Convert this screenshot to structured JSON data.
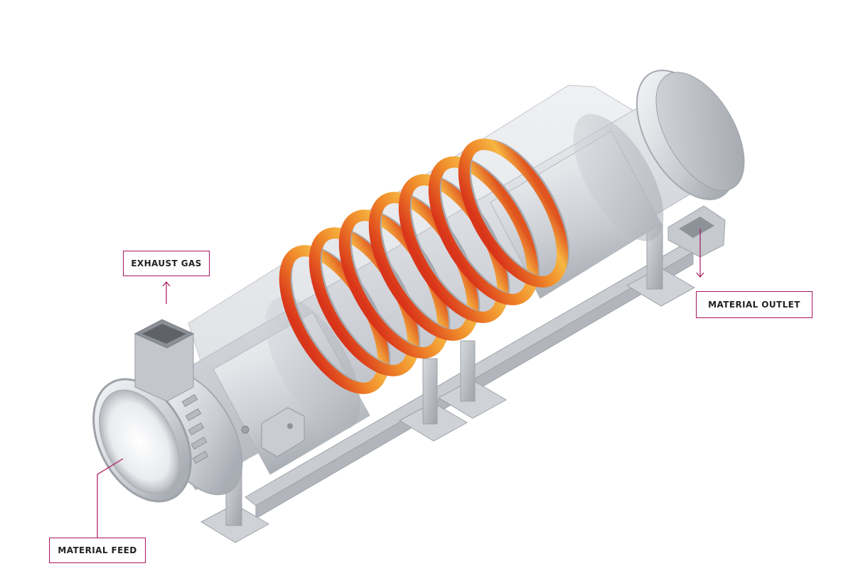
{
  "diagram": {
    "callouts": {
      "exhaust_gas": "EXHAUST GAS",
      "material_outlet": "MATERIAL OUTLET",
      "material_feed": "MATERIAL FEED"
    },
    "accent_color": "#a8155e",
    "heating_band_color": "#e8501c",
    "heating_band_count": 7
  }
}
